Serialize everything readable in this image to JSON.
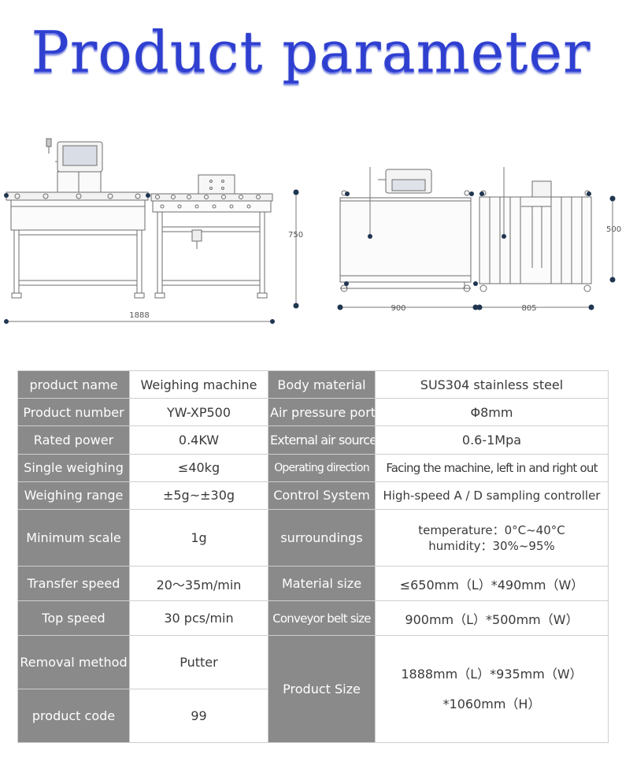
{
  "title": "Product parameter",
  "drawing": {
    "dims": {
      "length": "1888",
      "height": "750",
      "width_a": "900",
      "width_b": "805",
      "belt_width": "500"
    }
  },
  "table": {
    "rows": [
      {
        "l1": "product name",
        "v1": "Weighing machine",
        "l2": "Body material",
        "v2": "SUS304 stainless steel"
      },
      {
        "l1": "Product number",
        "v1": "YW-XP500",
        "l2": "Air pressure port",
        "v2": "Φ8mm"
      },
      {
        "l1": "Rated power",
        "v1": "0.4KW",
        "l2": "External air source",
        "v2": "0.6-1Mpa"
      },
      {
        "l1": "Single weighing",
        "v1": "≤40kg",
        "l2": "Operating direction",
        "v2": "Facing the machine, left in and right out"
      },
      {
        "l1": "Weighing range",
        "v1": "±5g~±30g",
        "l2": "Control System",
        "v2": "High-speed A / D sampling controller"
      },
      {
        "l1": "Minimum scale",
        "v1": "1g",
        "l2": "surroundings",
        "v2a": "temperature：0°C~40°C",
        "v2b": "humidity：30%~95%"
      },
      {
        "l1": "Transfer speed",
        "v1": "20～35m/min",
        "l2": "Material size",
        "v2": "≤650mm（L）*490mm（W）"
      },
      {
        "l1": "Top speed",
        "v1": "30  pcs/min",
        "l2": "Conveyor belt size",
        "v2": "900mm（L）*500mm（W）"
      },
      {
        "l1": "Removal method",
        "v1": "Putter",
        "l2": "Product Size",
        "v2a": "1888mm（L）*935mm（W）",
        "v2b": "*1060mm（H）"
      },
      {
        "l1": "product code",
        "v1": "99"
      }
    ]
  }
}
